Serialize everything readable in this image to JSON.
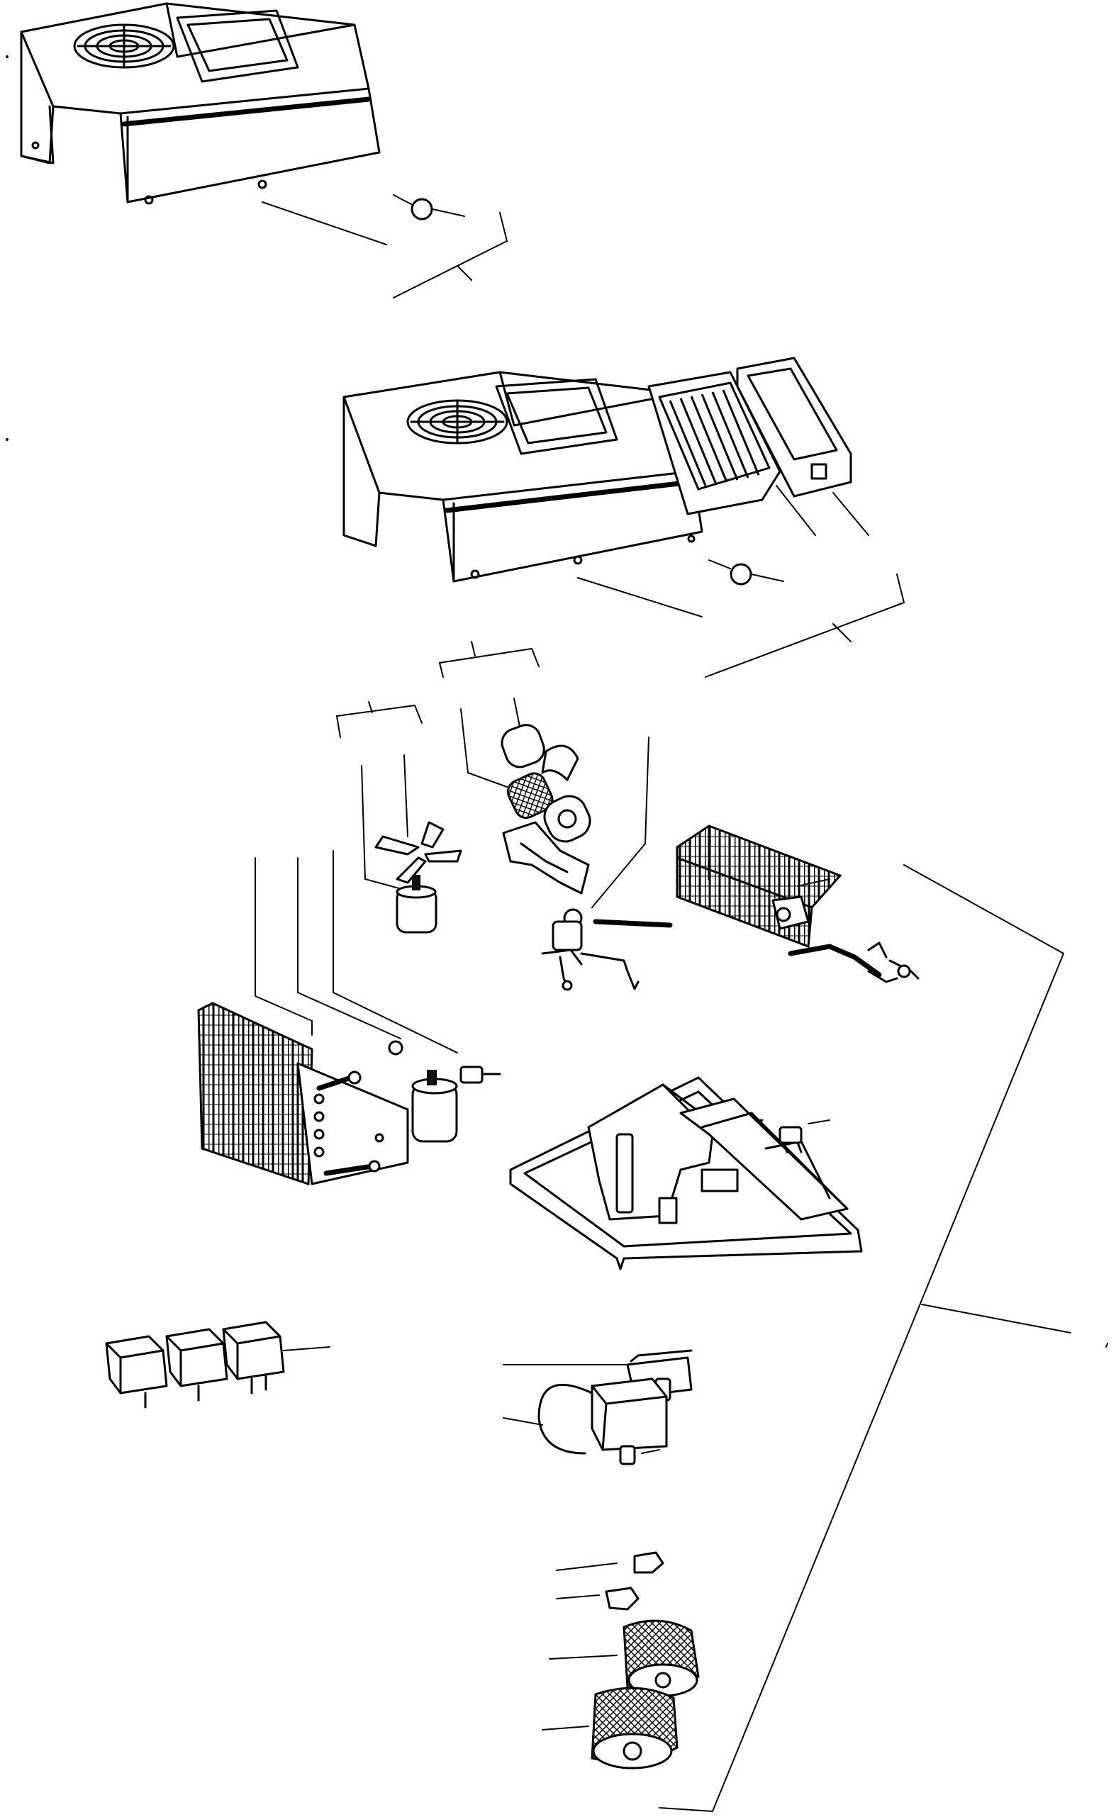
{
  "document": {
    "type": "exploded parts diagram",
    "callout_numbers": []
  },
  "colors": {
    "line": "#000000",
    "background": "#ffffff"
  },
  "parts": [
    {
      "id": "cover-assembly-top",
      "icon": "cover-with-fan-grille"
    },
    {
      "id": "cover-assembly-middle",
      "icon": "cover-with-fan-grille"
    },
    {
      "id": "louver",
      "icon": "vent-louver"
    },
    {
      "id": "duct",
      "icon": "duct"
    },
    {
      "id": "fan-motor-small",
      "icon": "fan-motor"
    },
    {
      "id": "blower-motor",
      "icon": "blower"
    },
    {
      "id": "expansion-valve",
      "icon": "valve"
    },
    {
      "id": "evaporator",
      "icon": "evaporator-core"
    },
    {
      "id": "condenser-core",
      "icon": "heat-exchanger"
    },
    {
      "id": "receiver-drier",
      "icon": "canister"
    },
    {
      "id": "base-housing",
      "icon": "housing-frame"
    },
    {
      "id": "relays",
      "icon": "relay"
    },
    {
      "id": "thermostat",
      "icon": "thermostat"
    },
    {
      "id": "knobs",
      "icon": "knob"
    }
  ]
}
